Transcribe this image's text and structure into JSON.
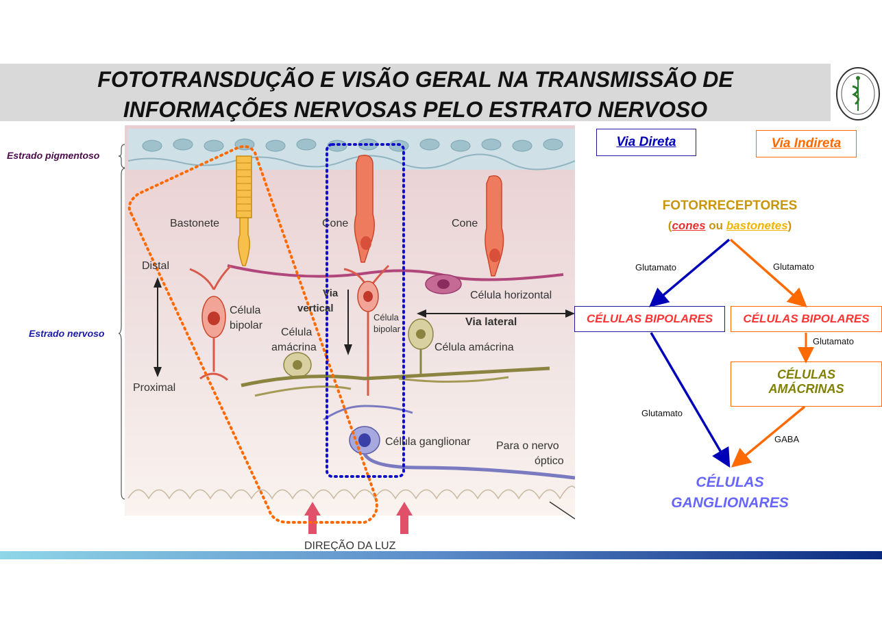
{
  "title": {
    "line1": "FOTOTRANSDUÇÃO E VISÃO GERAL NA TRANSMISSÃO DE",
    "line2": "INFORMAÇÕES NERVOSAS PELO ESTRATO NERVOSO"
  },
  "side_labels": {
    "pigmentoso": "Estrado pigmentoso",
    "nervoso": "Estrado nervoso"
  },
  "figure": {
    "bastonete": "Bastonete",
    "cone1": "Cone",
    "cone2": "Cone",
    "distal": "Distal",
    "proximal": "Proximal",
    "celula_bipolar_1": "Célula",
    "celula_bipolar_2": "bipolar",
    "via_vertical_1": "Via",
    "via_vertical_2": "vertical",
    "celula_bipolar_b1": "Célula",
    "celula_bipolar_b2": "bipolar",
    "celula_horizontal": "Célula horizontal",
    "via_lateral": "Via lateral",
    "celula_amacrina_1": "Célula",
    "celula_amacrina_2": "amácrina",
    "celula_amacrina_r": "Célula amácrina",
    "celula_ganglionar": "Célula ganglionar",
    "nervo_1": "Para o nervo",
    "nervo_2": "óptico",
    "direcao_luz": "DIREÇÃO DA LUZ"
  },
  "flow": {
    "via_direta": "Via Direta",
    "via_indireta": "Via Indireta",
    "fotorreceptores": "FOTORRECEPTORES",
    "paren_open": "(",
    "cones": "cones",
    "ou": " ou ",
    "bastonetes": "bastonetes",
    "paren_close": ")",
    "glutamato_left": "Glutamato",
    "glutamato_right": "Glutamato",
    "bipolares_left": "CÉLULAS BIPOLARES",
    "bipolares_right": "CÉLULAS BIPOLARES",
    "glutamato_bip_amac": "Glutamato",
    "amacrinas_1": "CÉLULAS",
    "amacrinas_2": "AMÁCRINAS",
    "glutamato_direct": "Glutamato",
    "gaba": "GABA",
    "ganglionares_1": "CÉLULAS",
    "ganglionares_2": "GANGLIONARES"
  },
  "colors": {
    "direct": "#0000b8",
    "indirect": "#ff6a00",
    "fotorreceptores": "#c8960a",
    "bipolares": "#ff3333",
    "amacrinas": "#808000",
    "ganglionares": "#6666ff",
    "cones": "#e83030",
    "bastonetes": "#f0b400"
  }
}
